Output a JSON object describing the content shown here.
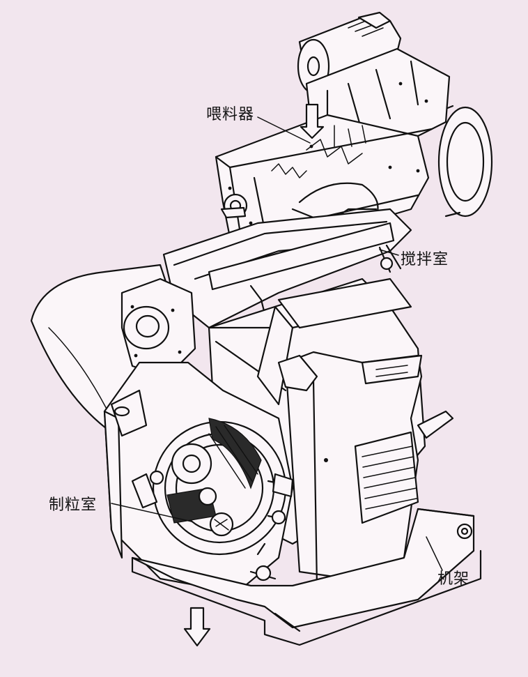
{
  "figure": {
    "background": "#f2e6ee",
    "ink": "#141414",
    "labels": {
      "feeder": "喂料器",
      "mixing_chamber": "搅拌室",
      "pelleting_chamber": "制粒室",
      "frame": "机架"
    }
  }
}
